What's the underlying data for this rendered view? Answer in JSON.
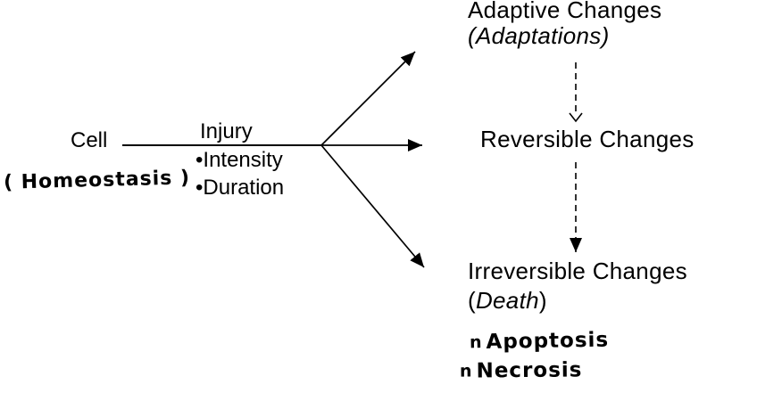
{
  "colors": {
    "ink": "#000000",
    "background": "#ffffff"
  },
  "diagram": {
    "cell": {
      "label": "Cell",
      "handwritten_annotation": "( Homeostasis )"
    },
    "injury": {
      "label": "Injury",
      "bullets": [
        "•Intensity",
        "•Duration"
      ]
    },
    "outcomes": {
      "adaptive": {
        "title": "Adaptive Changes",
        "subtitle": "(Adaptations)"
      },
      "reversible": {
        "title": "Reversible Changes"
      },
      "irreversible": {
        "title": "Irreversible Changes",
        "paren_open": "(",
        "subtitle_word": "Death",
        "paren_close": ")"
      }
    },
    "handwritten_notes": [
      {
        "bullet": "n",
        "text": "Apoptosis"
      },
      {
        "bullet": "n",
        "text": "Necrosis"
      }
    ]
  }
}
